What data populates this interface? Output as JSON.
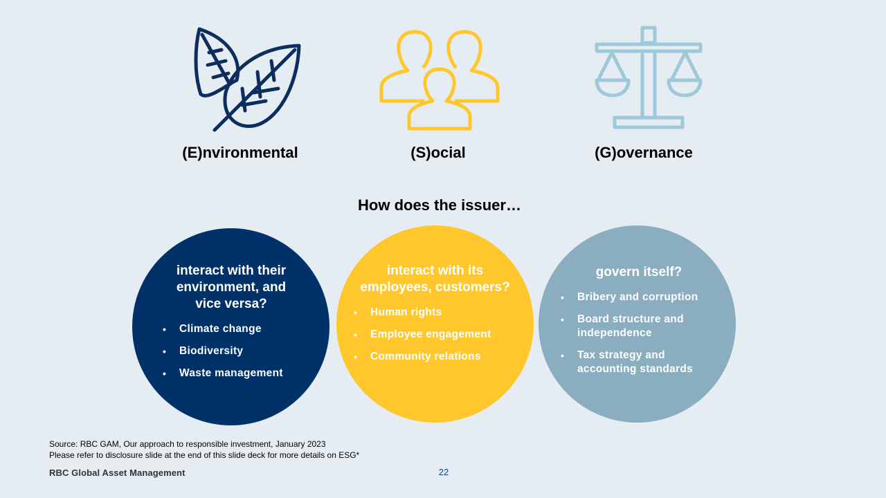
{
  "colors": {
    "background": "#E6EDF2",
    "environmental": "#003168",
    "social": "#FFC72C",
    "governance": "#8AAEC0"
  },
  "pillars": [
    {
      "icon": "leaf-icon",
      "label": "(E)nvironmental"
    },
    {
      "icon": "people-icon",
      "label": "(S)ocial"
    },
    {
      "icon": "scales-icon",
      "label": "(G)overnance"
    }
  ],
  "question": "How does the issuer…",
  "circles": [
    {
      "title": "interact with their environment, and vice versa?",
      "bullets": [
        "Climate change",
        "Biodiversity",
        "Waste management"
      ]
    },
    {
      "title": "interact with its employees, customers?",
      "bullets": [
        "Human rights",
        "Employee engagement",
        "Community relations"
      ]
    },
    {
      "title": "govern itself?",
      "bullets": [
        "Bribery and corruption",
        "Board structure and independence",
        "Tax strategy and accounting standards"
      ]
    }
  ],
  "bullet_symbol": "•",
  "footer": {
    "source": "Source: RBC GAM, Our approach to responsible investment, January 2023",
    "disclosure": "Please refer to disclosure slide at the end of this slide deck for more details on ESG*",
    "brand": "RBC Global Asset Management",
    "page_number": "22"
  }
}
